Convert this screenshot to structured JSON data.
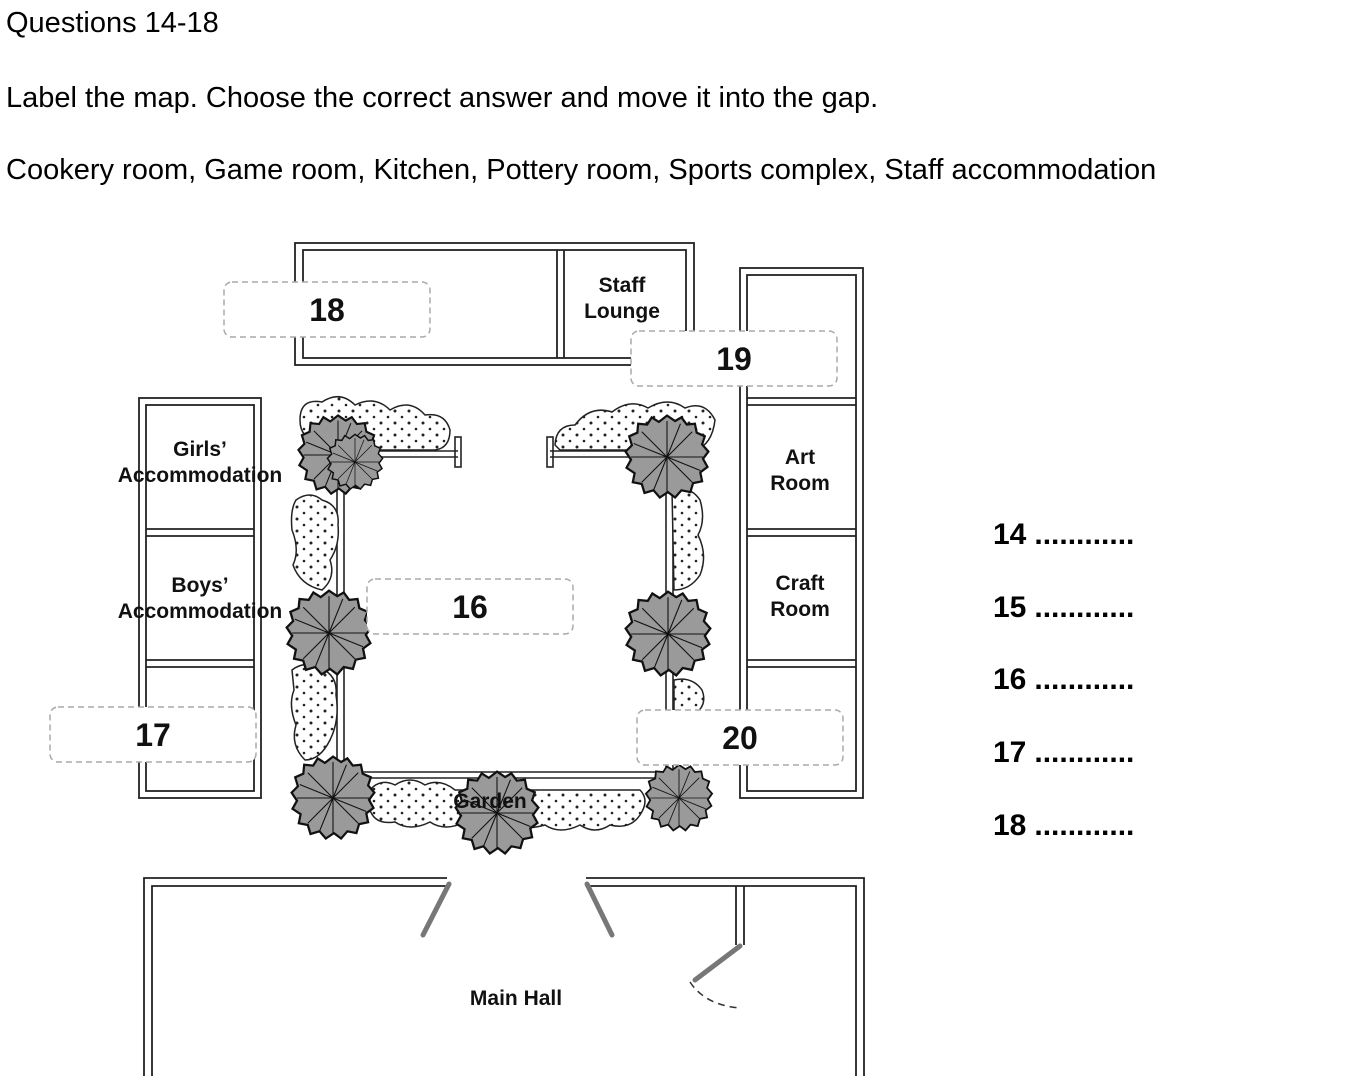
{
  "header": {
    "title": "Questions 14-18",
    "instruction": "Label the map. Choose the correct answer and move it into the gap.",
    "options": "Cookery room, Game room, Kitchen, Pottery room, Sports complex, Staff accommodation"
  },
  "map": {
    "rooms": {
      "staff_lounge": [
        "Staff",
        "Lounge"
      ],
      "girls_accommodation": [
        "Girls’",
        "Accommodation"
      ],
      "boys_accommodation": [
        "Boys’",
        "Accommodation"
      ],
      "art_room": [
        "Art",
        "Room"
      ],
      "craft_room": [
        "Craft",
        "Room"
      ],
      "garden": "Garden",
      "main_hall": "Main Hall"
    },
    "gaps": {
      "g16": "16",
      "g17": "17",
      "g18": "18",
      "g19": "19",
      "g20": "20"
    }
  },
  "answers": [
    {
      "number": "14",
      "blank": "............"
    },
    {
      "number": "15",
      "blank": "............"
    },
    {
      "number": "16",
      "blank": "............"
    },
    {
      "number": "17",
      "blank": "............"
    },
    {
      "number": "18",
      "blank": "............"
    }
  ]
}
